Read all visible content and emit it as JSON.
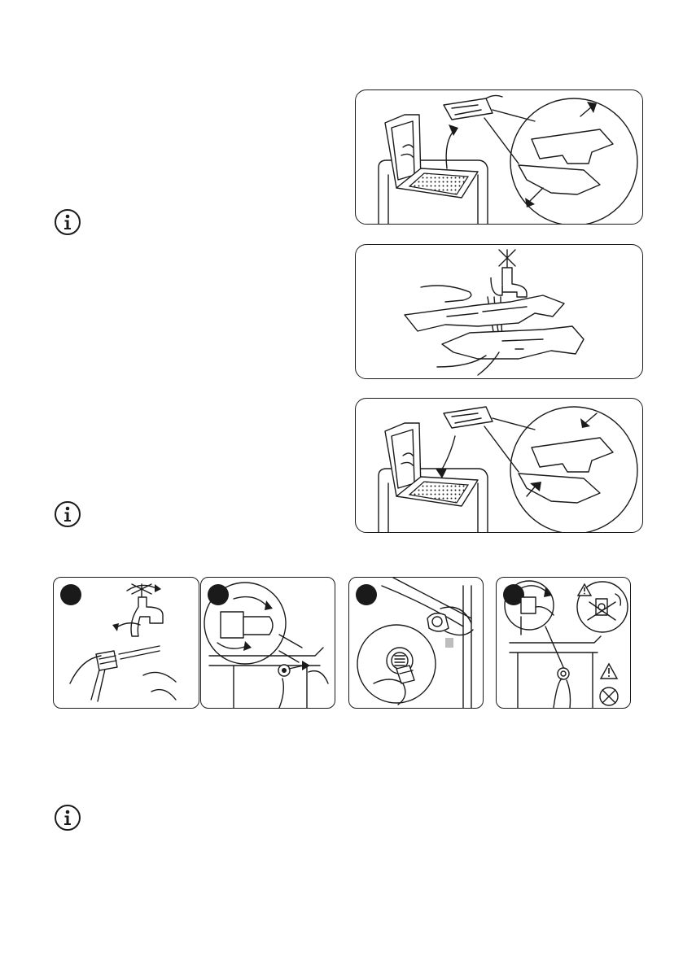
{
  "notes": {
    "info_icon": "info-icon"
  },
  "figures": [
    {
      "id": "remove-filter",
      "icon": "filter-removal-illustration"
    },
    {
      "id": "rinse-filter",
      "icon": "filter-rinse-under-tap-illustration"
    },
    {
      "id": "refit-filter",
      "icon": "filter-refit-illustration"
    }
  ],
  "steps": [
    {
      "id": "step-1",
      "icon": "tap-unscrew-and-brush-illustration"
    },
    {
      "id": "step-2",
      "icon": "hose-unscrew-illustration"
    },
    {
      "id": "step-3",
      "icon": "inlet-filter-brush-illustration"
    },
    {
      "id": "step-4",
      "icon": "hose-retighten-warning-illustration"
    }
  ],
  "colors": {
    "ink": "#1a1a1a",
    "paper": "#ffffff"
  }
}
